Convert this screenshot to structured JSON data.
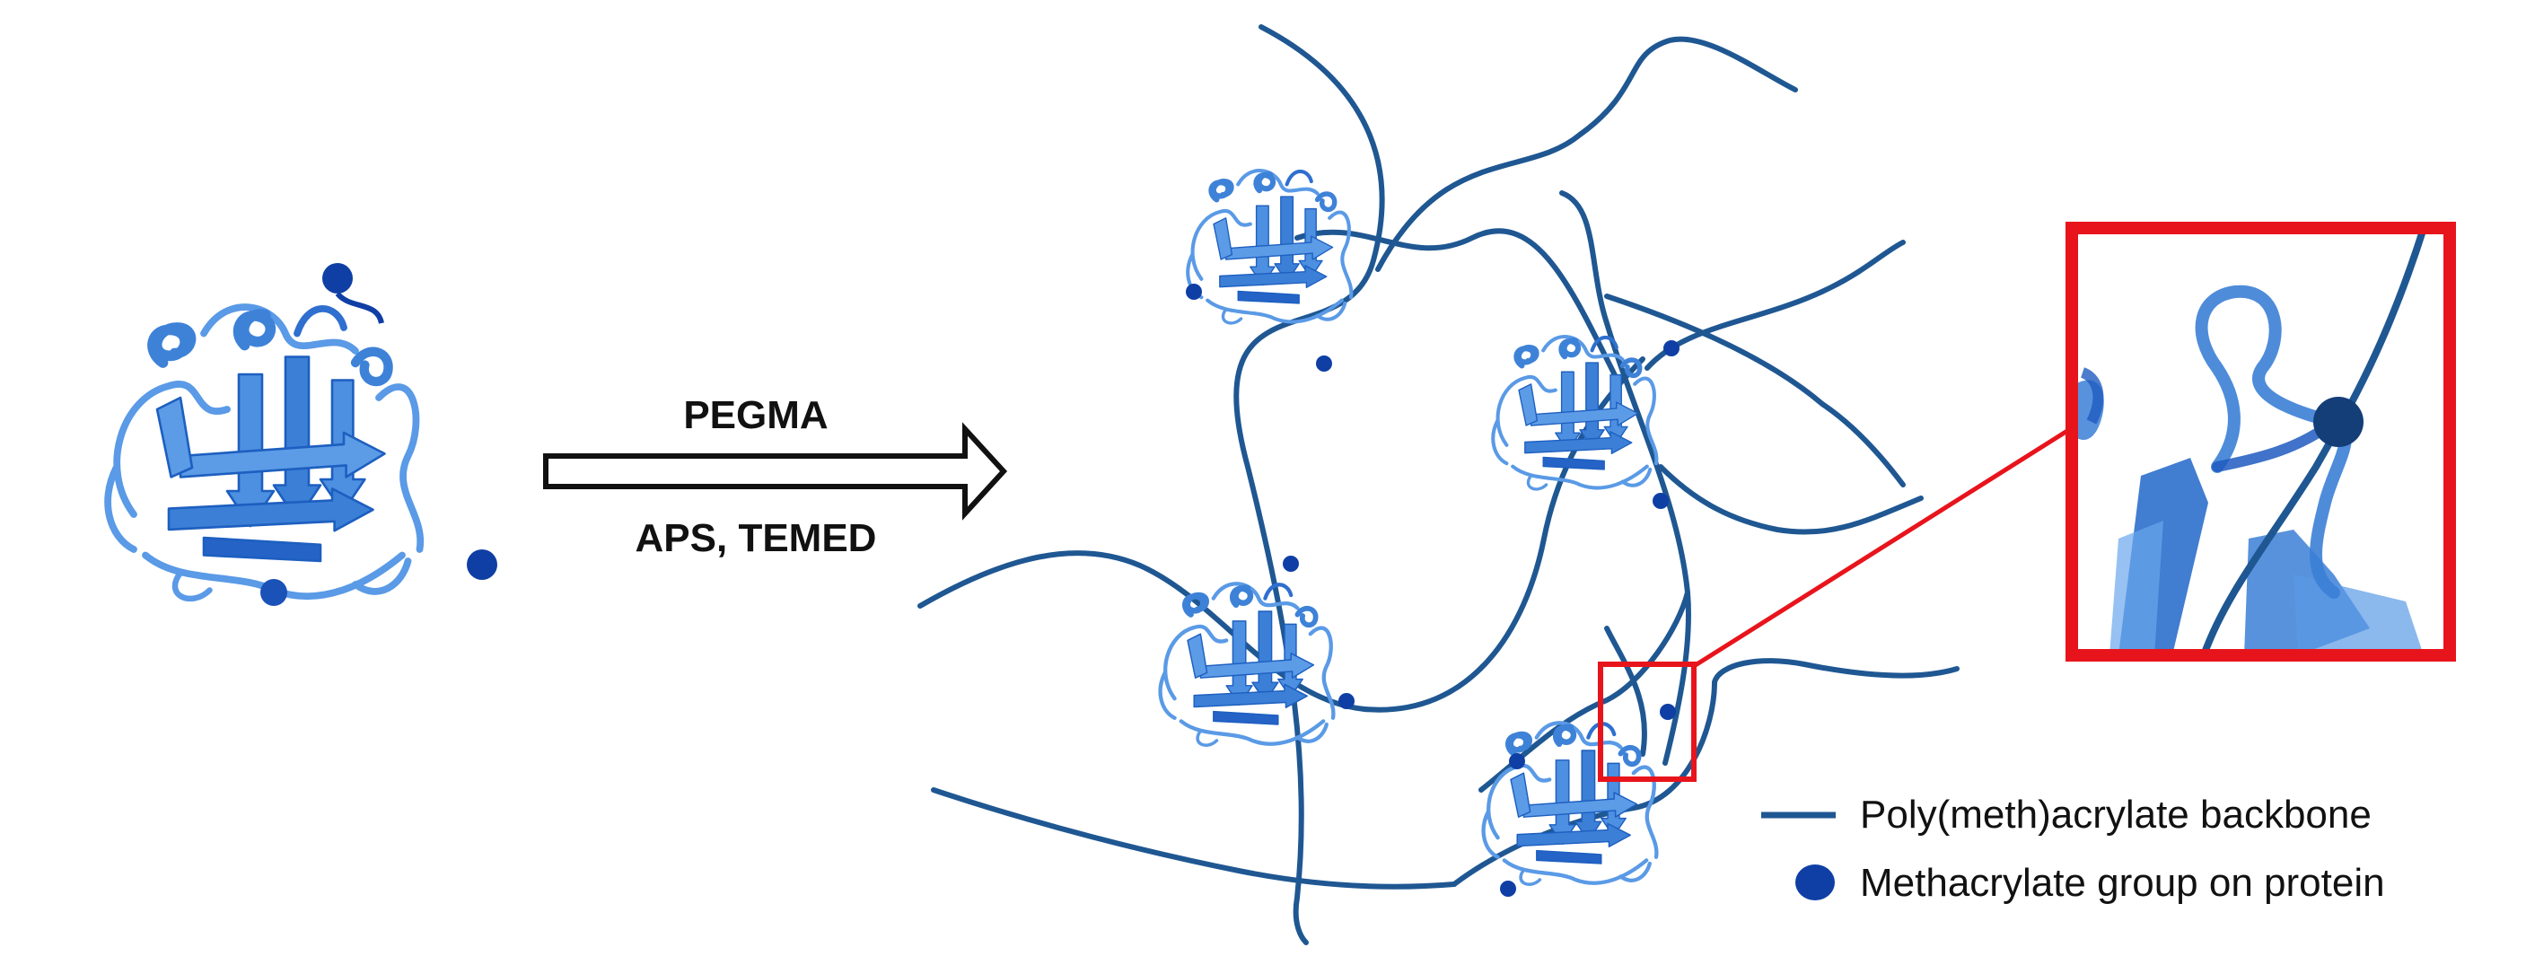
{
  "colors": {
    "backbone": "#1f5792",
    "protein_light": "#4f92e0",
    "protein_mid": "#3a7fd3",
    "protein_dark": "#1a5cc4",
    "methacrylate_dot": "#0f3fa5",
    "highlight_box": "#e8141c",
    "arrow_outline": "#111111"
  },
  "reaction": {
    "reagent_top": "PEGMA",
    "reagent_bottom": "APS, TEMED"
  },
  "legend": {
    "backbone_label": "Poly(meth)acrylate backbone",
    "group_label": "Methacrylate group on protein"
  }
}
